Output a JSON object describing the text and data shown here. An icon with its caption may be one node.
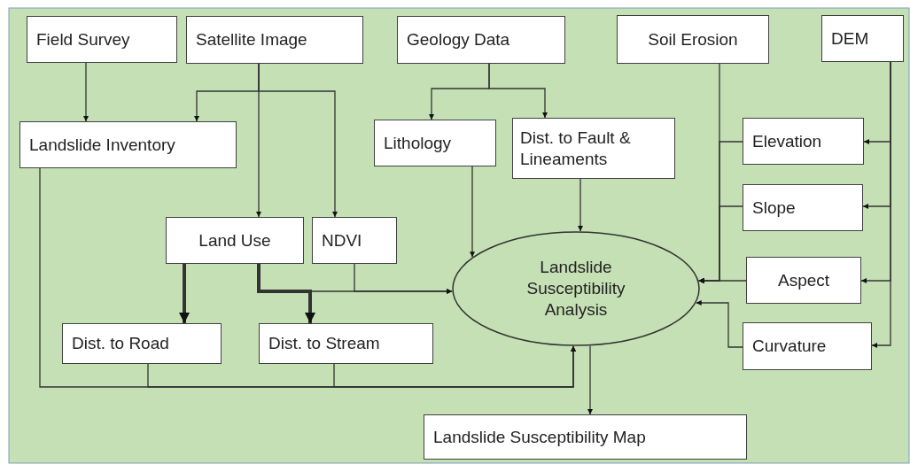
{
  "diagram": {
    "nodes": [
      {
        "text": [
          "Field Survey"
        ]
      },
      {
        "text": [
          "Satellite Image"
        ]
      },
      {
        "text": [
          "Geology Data"
        ]
      },
      {
        "text": [
          "Soil Erosion"
        ]
      },
      {
        "text": [
          "DEM"
        ]
      },
      {
        "text": [
          "Landslide Inventory"
        ]
      },
      {
        "text": [
          "Lithology"
        ]
      },
      {
        "text": [
          "Dist. to Fault & Lineaments"
        ]
      },
      {
        "text": [
          "Elevation"
        ]
      },
      {
        "text": [
          "Slope"
        ]
      },
      {
        "text": [
          "Land Use"
        ]
      },
      {
        "text": [
          "NDVI"
        ]
      },
      {
        "text": [
          "Landslide Susceptibility Analysis"
        ]
      },
      {
        "text": [
          "Aspect"
        ]
      },
      {
        "text": [
          "Dist. to Road"
        ]
      },
      {
        "text": [
          "Dist. to Stream"
        ]
      },
      {
        "text": [
          "Curvature"
        ]
      },
      {
        "text": [
          "Landslide Susceptibility Map"
        ]
      }
    ],
    "edges": [
      {
        "from": 0,
        "to": 5,
        "arrow": "to"
      },
      {
        "from": 1,
        "to": 5,
        "arrow": "to"
      },
      {
        "from": 1,
        "to": 10,
        "arrow": "to"
      },
      {
        "from": 1,
        "to": 11,
        "arrow": "to"
      },
      {
        "from": 2,
        "to": 6,
        "arrow": "to"
      },
      {
        "from": 2,
        "to": 7,
        "arrow": "to"
      },
      {
        "from": 3,
        "to": 12,
        "arrow": "to"
      },
      {
        "from": 4,
        "to": 8,
        "arrow": "to"
      },
      {
        "from": 4,
        "to": 9,
        "arrow": "to"
      },
      {
        "from": 4,
        "to": 13,
        "arrow": "to"
      },
      {
        "from": 4,
        "to": 16,
        "arrow": "to"
      },
      {
        "from": 8,
        "to": 12,
        "arrow": "to"
      },
      {
        "from": 9,
        "to": 12,
        "arrow": "to"
      },
      {
        "from": 13,
        "to": 12,
        "arrow": "to"
      },
      {
        "from": 16,
        "to": 12,
        "arrow": "to"
      },
      {
        "from": 6,
        "to": 12,
        "arrow": "to"
      },
      {
        "from": 7,
        "to": 12,
        "arrow": "to"
      },
      {
        "from": 10,
        "to": 12,
        "arrow": "to"
      },
      {
        "from": 11,
        "to": 12,
        "arrow": "to"
      },
      {
        "from": 10,
        "to": 14,
        "arrow": "to",
        "style": "thick"
      },
      {
        "from": 10,
        "to": 15,
        "arrow": "to",
        "style": "thick"
      },
      {
        "from": 5,
        "to": 12,
        "arrow": "to"
      },
      {
        "from": 14,
        "to": 12,
        "arrow": "to"
      },
      {
        "from": 15,
        "to": 12,
        "arrow": "to"
      },
      {
        "from": 12,
        "to": 17,
        "arrow": "to"
      }
    ]
  }
}
